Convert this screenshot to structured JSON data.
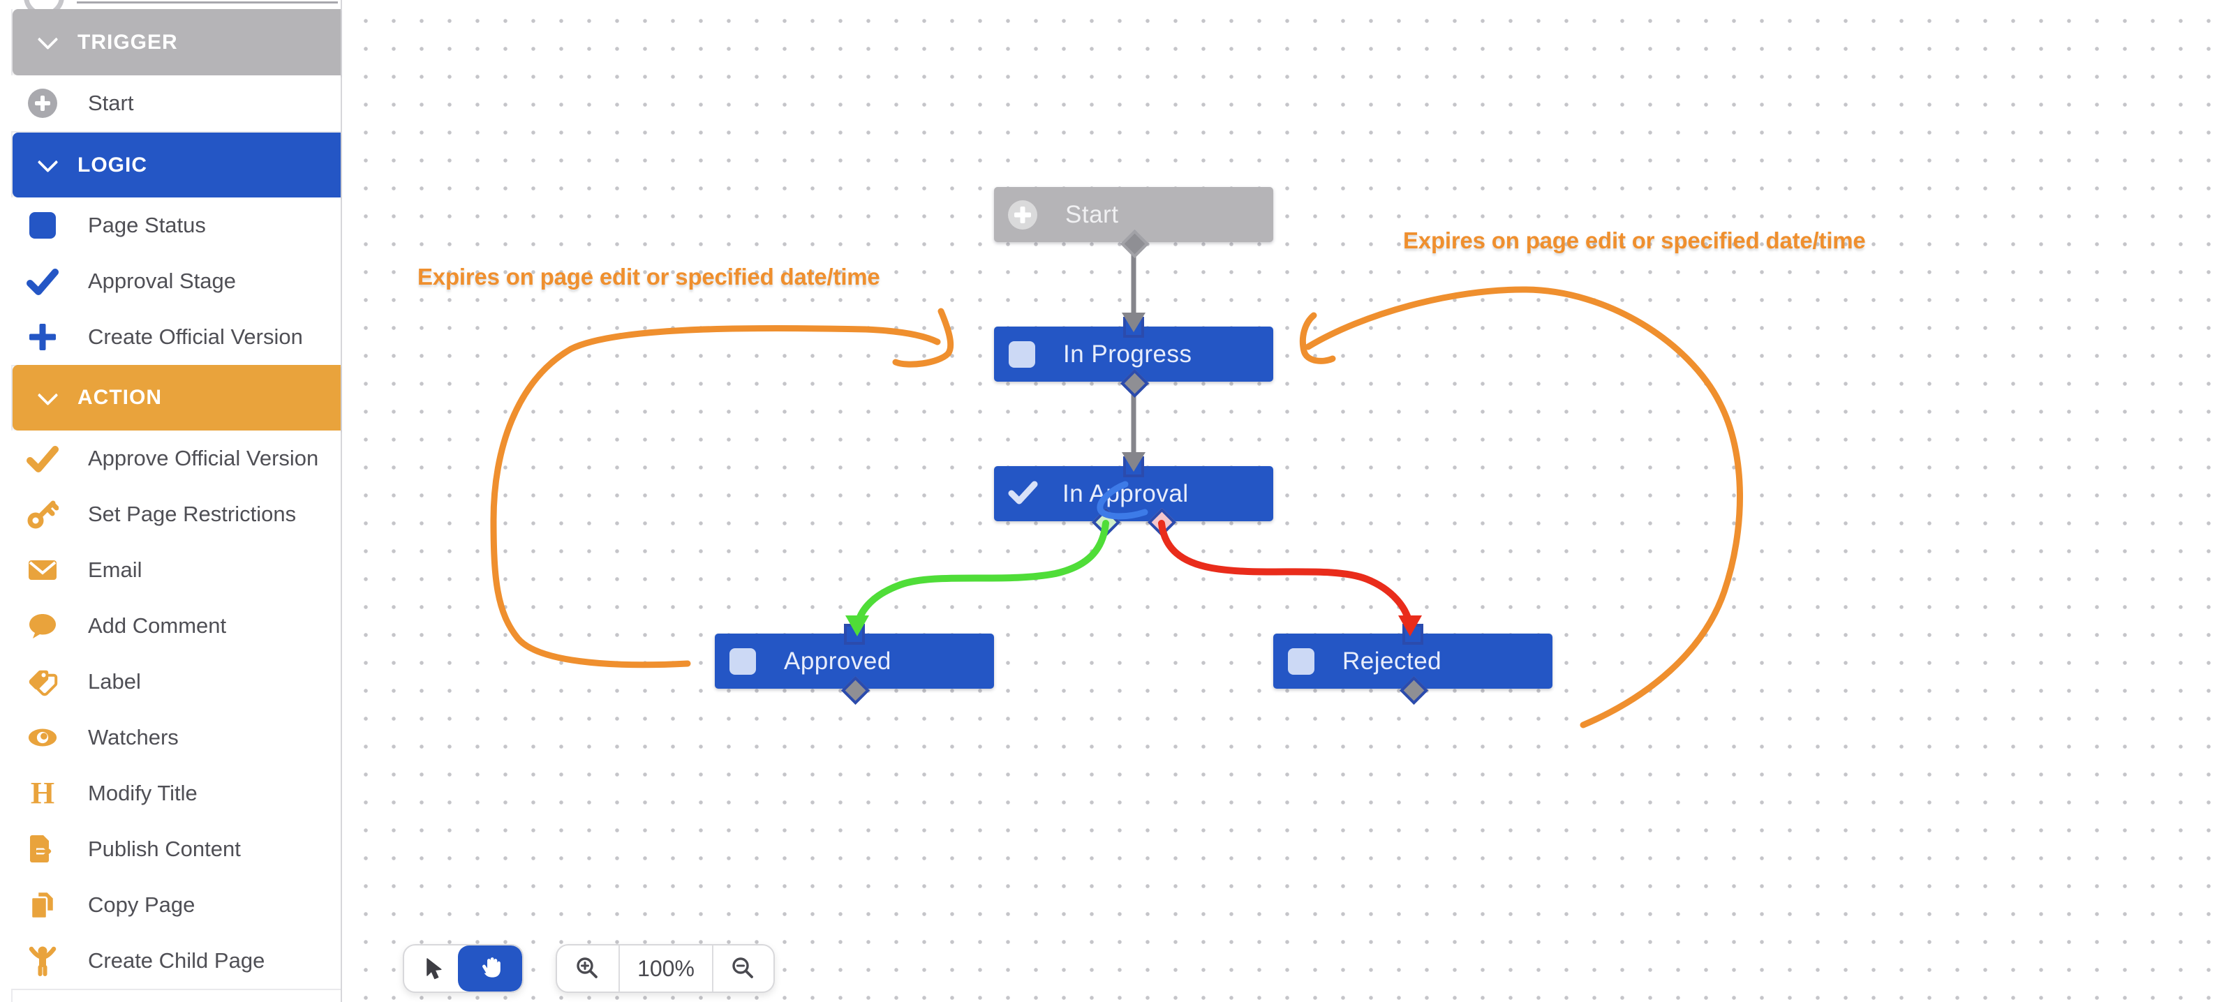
{
  "sidebar": {
    "sections": [
      {
        "label": "TRIGGER",
        "header_color": "#b5b4b7",
        "items": [
          {
            "label": "Start",
            "icon": "circle-plus-icon"
          }
        ]
      },
      {
        "label": "LOGIC",
        "header_color": "#2456c5",
        "items": [
          {
            "label": "Page Status",
            "icon": "page-status-icon"
          },
          {
            "label": "Approval Stage",
            "icon": "check-icon"
          },
          {
            "label": "Create Official Version",
            "icon": "plus-icon"
          }
        ]
      },
      {
        "label": "ACTION",
        "header_color": "#e9a33c",
        "items": [
          {
            "label": "Approve Official Version",
            "icon": "check-icon"
          },
          {
            "label": "Set Page Restrictions",
            "icon": "key-icon"
          },
          {
            "label": "Email",
            "icon": "envelope-icon"
          },
          {
            "label": "Add Comment",
            "icon": "comment-icon"
          },
          {
            "label": "Label",
            "icon": "tag-icon"
          },
          {
            "label": "Watchers",
            "icon": "eye-icon"
          },
          {
            "label": "Modify Title",
            "icon": "heading-icon"
          },
          {
            "label": "Publish Content",
            "icon": "publish-icon"
          },
          {
            "label": "Copy Page",
            "icon": "copy-icon"
          },
          {
            "label": "Create Child Page",
            "icon": "child-icon"
          }
        ]
      }
    ]
  },
  "canvas": {
    "nodes": [
      {
        "label": "Start",
        "type": "trigger",
        "color": "#b5b4b7"
      },
      {
        "label": "In Progress",
        "type": "status",
        "color": "#2456c5"
      },
      {
        "label": "In Approval",
        "type": "approval",
        "color": "#2456c5"
      },
      {
        "label": "Approved",
        "type": "status",
        "color": "#2456c5"
      },
      {
        "label": "Rejected",
        "type": "status",
        "color": "#2456c5"
      }
    ],
    "edges": [
      {
        "from": "Start",
        "to": "In Progress",
        "color": "#85858b"
      },
      {
        "from": "In Progress",
        "to": "In Approval",
        "color": "#85858b"
      },
      {
        "from": "In Approval",
        "to": "Approved",
        "color": "#4fdd38"
      },
      {
        "from": "In Approval",
        "to": "Rejected",
        "color": "#e92c1b"
      }
    ],
    "annotations": [
      {
        "text": "Expires on page edit or specified date/time",
        "color": "#ef8f2e",
        "side": "left"
      },
      {
        "text": "Expires on page edit or specified date/time",
        "color": "#ef8f2e",
        "side": "right"
      }
    ],
    "scribble_color": "#3d7be8"
  },
  "toolbar": {
    "tools": [
      {
        "name": "select",
        "icon": "cursor-icon",
        "active": false
      },
      {
        "name": "pan",
        "icon": "hand-icon",
        "active": true
      }
    ],
    "zoom_level": "100%"
  }
}
